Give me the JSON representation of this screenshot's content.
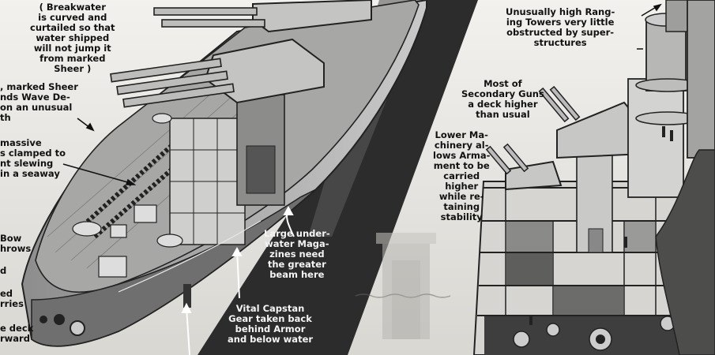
{
  "captions": {
    "breakwater": "( Breakwater\nis curved and\ncurtailed so that\nwater shipped\nwill not jump it\nfrom marked\nSheer )",
    "sheer": ", marked Sheer\nnds Wave De-\non an unusual\nth",
    "massive": "massive\ns clamped to\nnt slewing\nin a seaway",
    "bow": "Bow\nhrows",
    "frag_d": "d",
    "frag_ed": "ed\nrries",
    "frag_deck": "e deck\nrward",
    "ranging": "Unusually high Rang-\ning Towers very little\nobstructed by super-\nstructures",
    "secondary": "Most of\nSecondary Guns\na deck higher\nthan usual",
    "lower": "Lower Ma-\nchinery al-\nlows Arma-\nment to be\ncarried\nhigher\nwhile re-\ntaining\nstability",
    "magazines": "Large under-\nwater Maga-\nzines need\nthe greater\nbeam here",
    "capstan": "Vital Capstan\nGear taken back\nbehind Armor\nand below water"
  }
}
